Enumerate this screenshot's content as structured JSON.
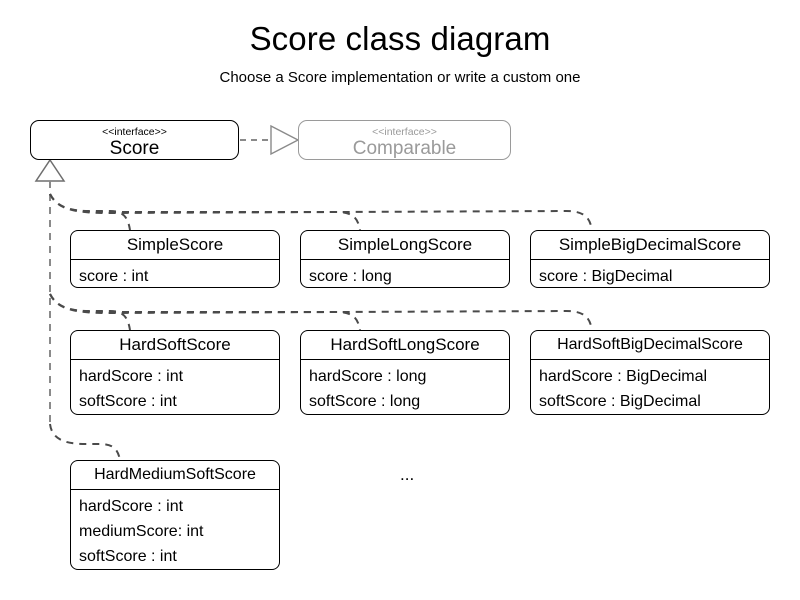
{
  "header": {
    "title": "Score class diagram",
    "subtitle": "Choose a Score implementation or write a custom one"
  },
  "interfaces": [
    {
      "stereotype": "<<interface>>",
      "name": "Score",
      "muted": false
    },
    {
      "stereotype": "<<interface>>",
      "name": "Comparable",
      "muted": true
    }
  ],
  "classes": [
    {
      "name": "SimpleScore",
      "attributes": [
        "score : int"
      ]
    },
    {
      "name": "SimpleLongScore",
      "attributes": [
        "score : long"
      ]
    },
    {
      "name": "SimpleBigDecimalScore",
      "attributes": [
        "score : BigDecimal"
      ]
    },
    {
      "name": "HardSoftScore",
      "attributes": [
        "hardScore : int",
        "softScore : int"
      ]
    },
    {
      "name": "HardSoftLongScore",
      "attributes": [
        "hardScore : long",
        "softScore : long"
      ]
    },
    {
      "name": "HardSoftBigDecimalScore",
      "attributes": [
        "hardScore : BigDecimal",
        "softScore : BigDecimal"
      ]
    },
    {
      "name": "HardMediumSoftScore",
      "attributes": [
        "hardScore : int",
        "mediumScore: int",
        "softScore : int"
      ]
    }
  ],
  "more_indicator": "...",
  "colors": {
    "line": "#000000",
    "muted": "#9a9a9a",
    "trunk": "#8a8a8a",
    "background": "#ffffff"
  }
}
